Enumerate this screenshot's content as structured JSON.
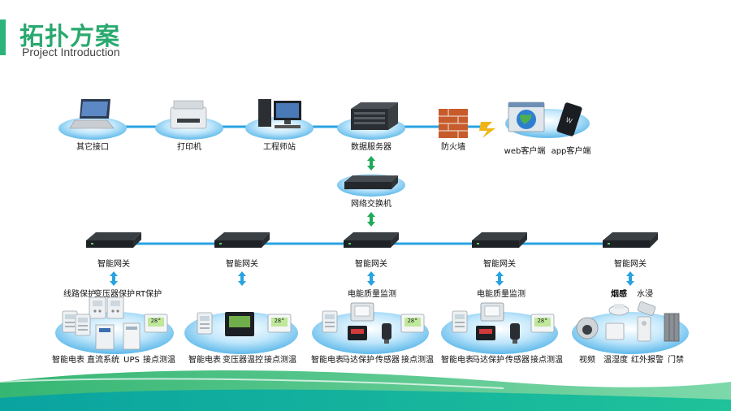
{
  "header": {
    "title": "拓扑方案",
    "subtitle": "Project Introduction"
  },
  "top_nodes": {
    "other": "其它接口",
    "printer": "打印机",
    "workstation": "工程师站",
    "server": "数据服务器",
    "firewall": "防火墙",
    "web_client": "web客户端",
    "app_client": "app客户端"
  },
  "switch": {
    "label": "网络交换机"
  },
  "gateways": [
    "智能网关",
    "智能网关",
    "智能网关",
    "智能网关",
    "智能网关"
  ],
  "groups": [
    {
      "top_labels": [
        "线路保护",
        "变压器保护",
        "RT保护"
      ],
      "bottom_labels": [
        "智能电表",
        "直流系统",
        "UPS",
        "接点测温"
      ]
    },
    {
      "top_labels": [],
      "bottom_labels": [
        "智能电表",
        "变压器温控",
        "接点测温"
      ]
    },
    {
      "top_labels": [
        "电能质量监测"
      ],
      "bottom_labels": [
        "智能电表",
        "马达保护",
        "传感器",
        "接点测温"
      ]
    },
    {
      "top_labels": [
        "电能质量监测"
      ],
      "bottom_labels": [
        "智能电表",
        "马达保护",
        "传感器",
        "接点测温"
      ]
    },
    {
      "top_labels": [
        "烟感",
        "水浸"
      ],
      "bottom_labels": [
        "视频",
        "温湿度",
        "红外报警",
        "门禁"
      ]
    }
  ],
  "device_readout": "28°",
  "colors": {
    "accent": "#2bb37a",
    "link": "#29a3e0",
    "arrow": "#1faa5a"
  }
}
